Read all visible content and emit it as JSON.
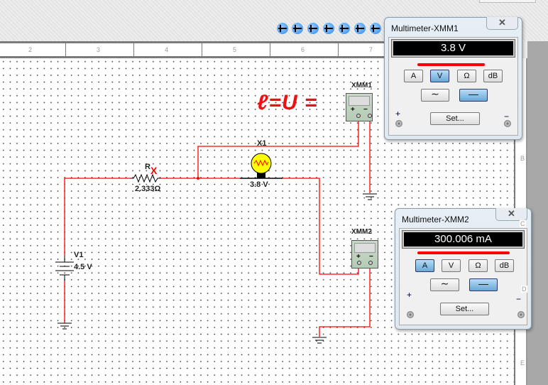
{
  "ruler": {
    "h": [
      "2",
      "3",
      "4",
      "5",
      "6",
      "7"
    ],
    "v": [
      "B",
      "C",
      "D",
      "E"
    ]
  },
  "toolbar": {
    "icons": [
      "bjt-npn-icon",
      "bjt-pnp-icon",
      "bjt-npn-icon",
      "bjt-pnp-icon",
      "mosfet-icon",
      "mosfet-icon",
      "mosfet-icon"
    ]
  },
  "circuit": {
    "resistor": {
      "ref": "R",
      "value": "2.333Ω",
      "fault_mark": "X"
    },
    "lamp": {
      "ref": "X1",
      "value": "3.8 V"
    },
    "source": {
      "ref": "V1",
      "value": "4.5 V"
    },
    "xmm1": {
      "ref": "XMM1"
    },
    "xmm2": {
      "ref": "XMM2"
    },
    "annotation": "ℓ=U =",
    "wire_color": "#ff0000"
  },
  "mm1": {
    "title": "Multimeter-XMM1",
    "close": "✕",
    "reading": "3.8 V",
    "modes": [
      "A",
      "V",
      "Ω",
      "dB"
    ],
    "active_mode": "V",
    "active_coupling": "dc",
    "set": "Set...",
    "plus": "+",
    "minus": "−"
  },
  "mm2": {
    "title": "Multimeter-XMM2",
    "close": "✕",
    "reading": "300.006 mA",
    "modes": [
      "A",
      "V",
      "Ω",
      "dB"
    ],
    "active_mode": "A",
    "active_coupling": "dc",
    "set": "Set...",
    "plus": "+",
    "minus": "−"
  }
}
